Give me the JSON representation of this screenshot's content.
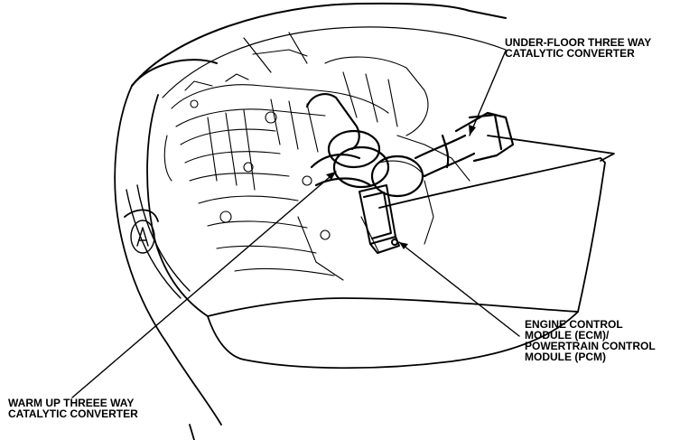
{
  "callouts": {
    "underfloor": {
      "line1": "UNDER-FLOOR THREE WAY",
      "line2": "CATALYTIC CONVERTER"
    },
    "ecm": {
      "line1": "ENGINE CONTROL",
      "line2": "MODULE (ECM)/",
      "line3": "POWERTRAIN CONTROL",
      "line4": "MODULE (PCM)"
    },
    "warmup": {
      "line1": "WARM UP THREEE WAY",
      "line2": "CATALYTIC CONVERTER"
    }
  }
}
